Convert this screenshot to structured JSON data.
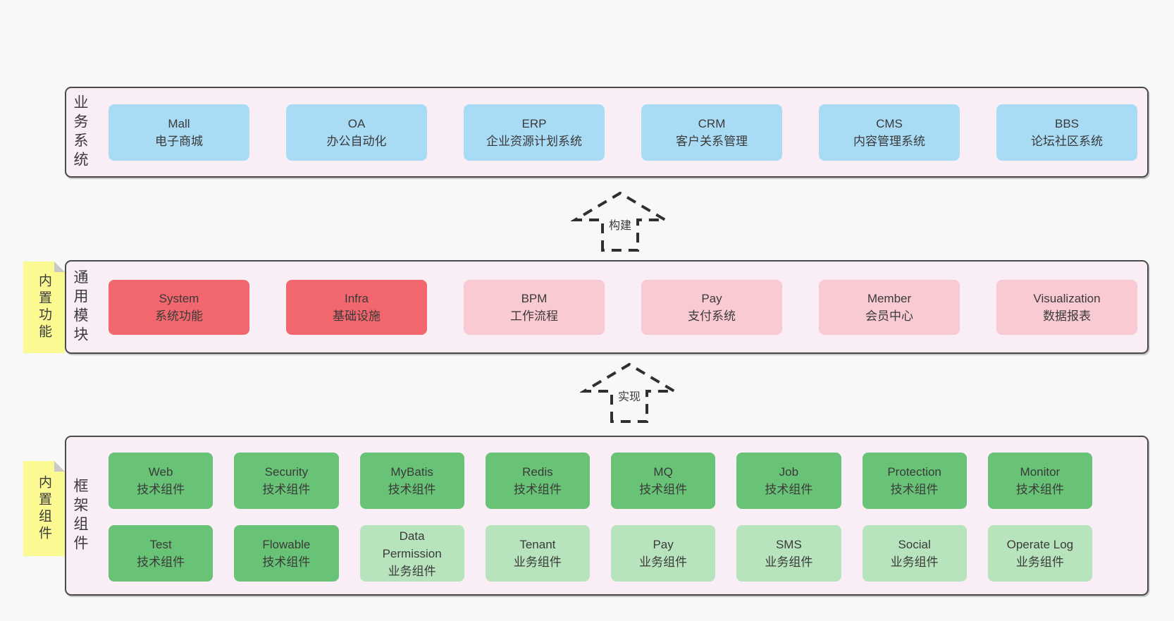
{
  "colors": {
    "page_bg": "#f8f8f8",
    "panel_bg": "#f9eef6",
    "panel_border": "#4a4a4a",
    "blue_box": "#a9dbf4",
    "red_box": "#f1676d",
    "pink_box": "#facad2",
    "green_dark_box": "#69c377",
    "green_light_box": "#b8e4bd",
    "sticky_yellow": "#fbf992",
    "sticky_fold_gray": "#c9c9c9",
    "text": "#3a3a3a"
  },
  "business_layer": {
    "label": "业务系统",
    "boxes": [
      {
        "name": "Mall",
        "desc": "电子商城"
      },
      {
        "name": "OA",
        "desc": "办公自动化"
      },
      {
        "name": "ERP",
        "desc": "企业资源计划系统"
      },
      {
        "name": "CRM",
        "desc": "客户关系管理"
      },
      {
        "name": "CMS",
        "desc": "内容管理系统"
      },
      {
        "name": "BBS",
        "desc": "论坛社区系统"
      }
    ]
  },
  "build_arrow": {
    "label": "构建"
  },
  "module_layer": {
    "label": "通用模块",
    "sticky": "内置功能",
    "boxes": [
      {
        "name": "System",
        "desc": "系统功能"
      },
      {
        "name": "Infra",
        "desc": "基础设施"
      },
      {
        "name": "BPM",
        "desc": "工作流程"
      },
      {
        "name": "Pay",
        "desc": "支付系统"
      },
      {
        "name": "Member",
        "desc": "会员中心"
      },
      {
        "name": "Visualization",
        "desc": "数据报表"
      }
    ]
  },
  "implement_arrow": {
    "label": "实现"
  },
  "component_layer": {
    "label": "框架组件",
    "sticky": "内置组件",
    "row1": [
      {
        "name": "Web",
        "desc": "技术组件"
      },
      {
        "name": "Security",
        "desc": "技术组件"
      },
      {
        "name": "MyBatis",
        "desc": "技术组件"
      },
      {
        "name": "Redis",
        "desc": "技术组件"
      },
      {
        "name": "MQ",
        "desc": "技术组件"
      },
      {
        "name": "Job",
        "desc": "技术组件"
      },
      {
        "name": "Protection",
        "desc": "技术组件"
      },
      {
        "name": "Monitor",
        "desc": "技术组件"
      }
    ],
    "row2": [
      {
        "name": "Test",
        "desc": "技术组件"
      },
      {
        "name": "Flowable",
        "desc": "技术组件"
      },
      {
        "name": "Data\nPermission",
        "desc": "业务组件"
      },
      {
        "name": "Tenant",
        "desc": "业务组件"
      },
      {
        "name": "Pay",
        "desc": "业务组件"
      },
      {
        "name": "SMS",
        "desc": "业务组件"
      },
      {
        "name": "Social",
        "desc": "业务组件"
      },
      {
        "name": "Operate Log",
        "desc": "业务组件"
      }
    ]
  }
}
